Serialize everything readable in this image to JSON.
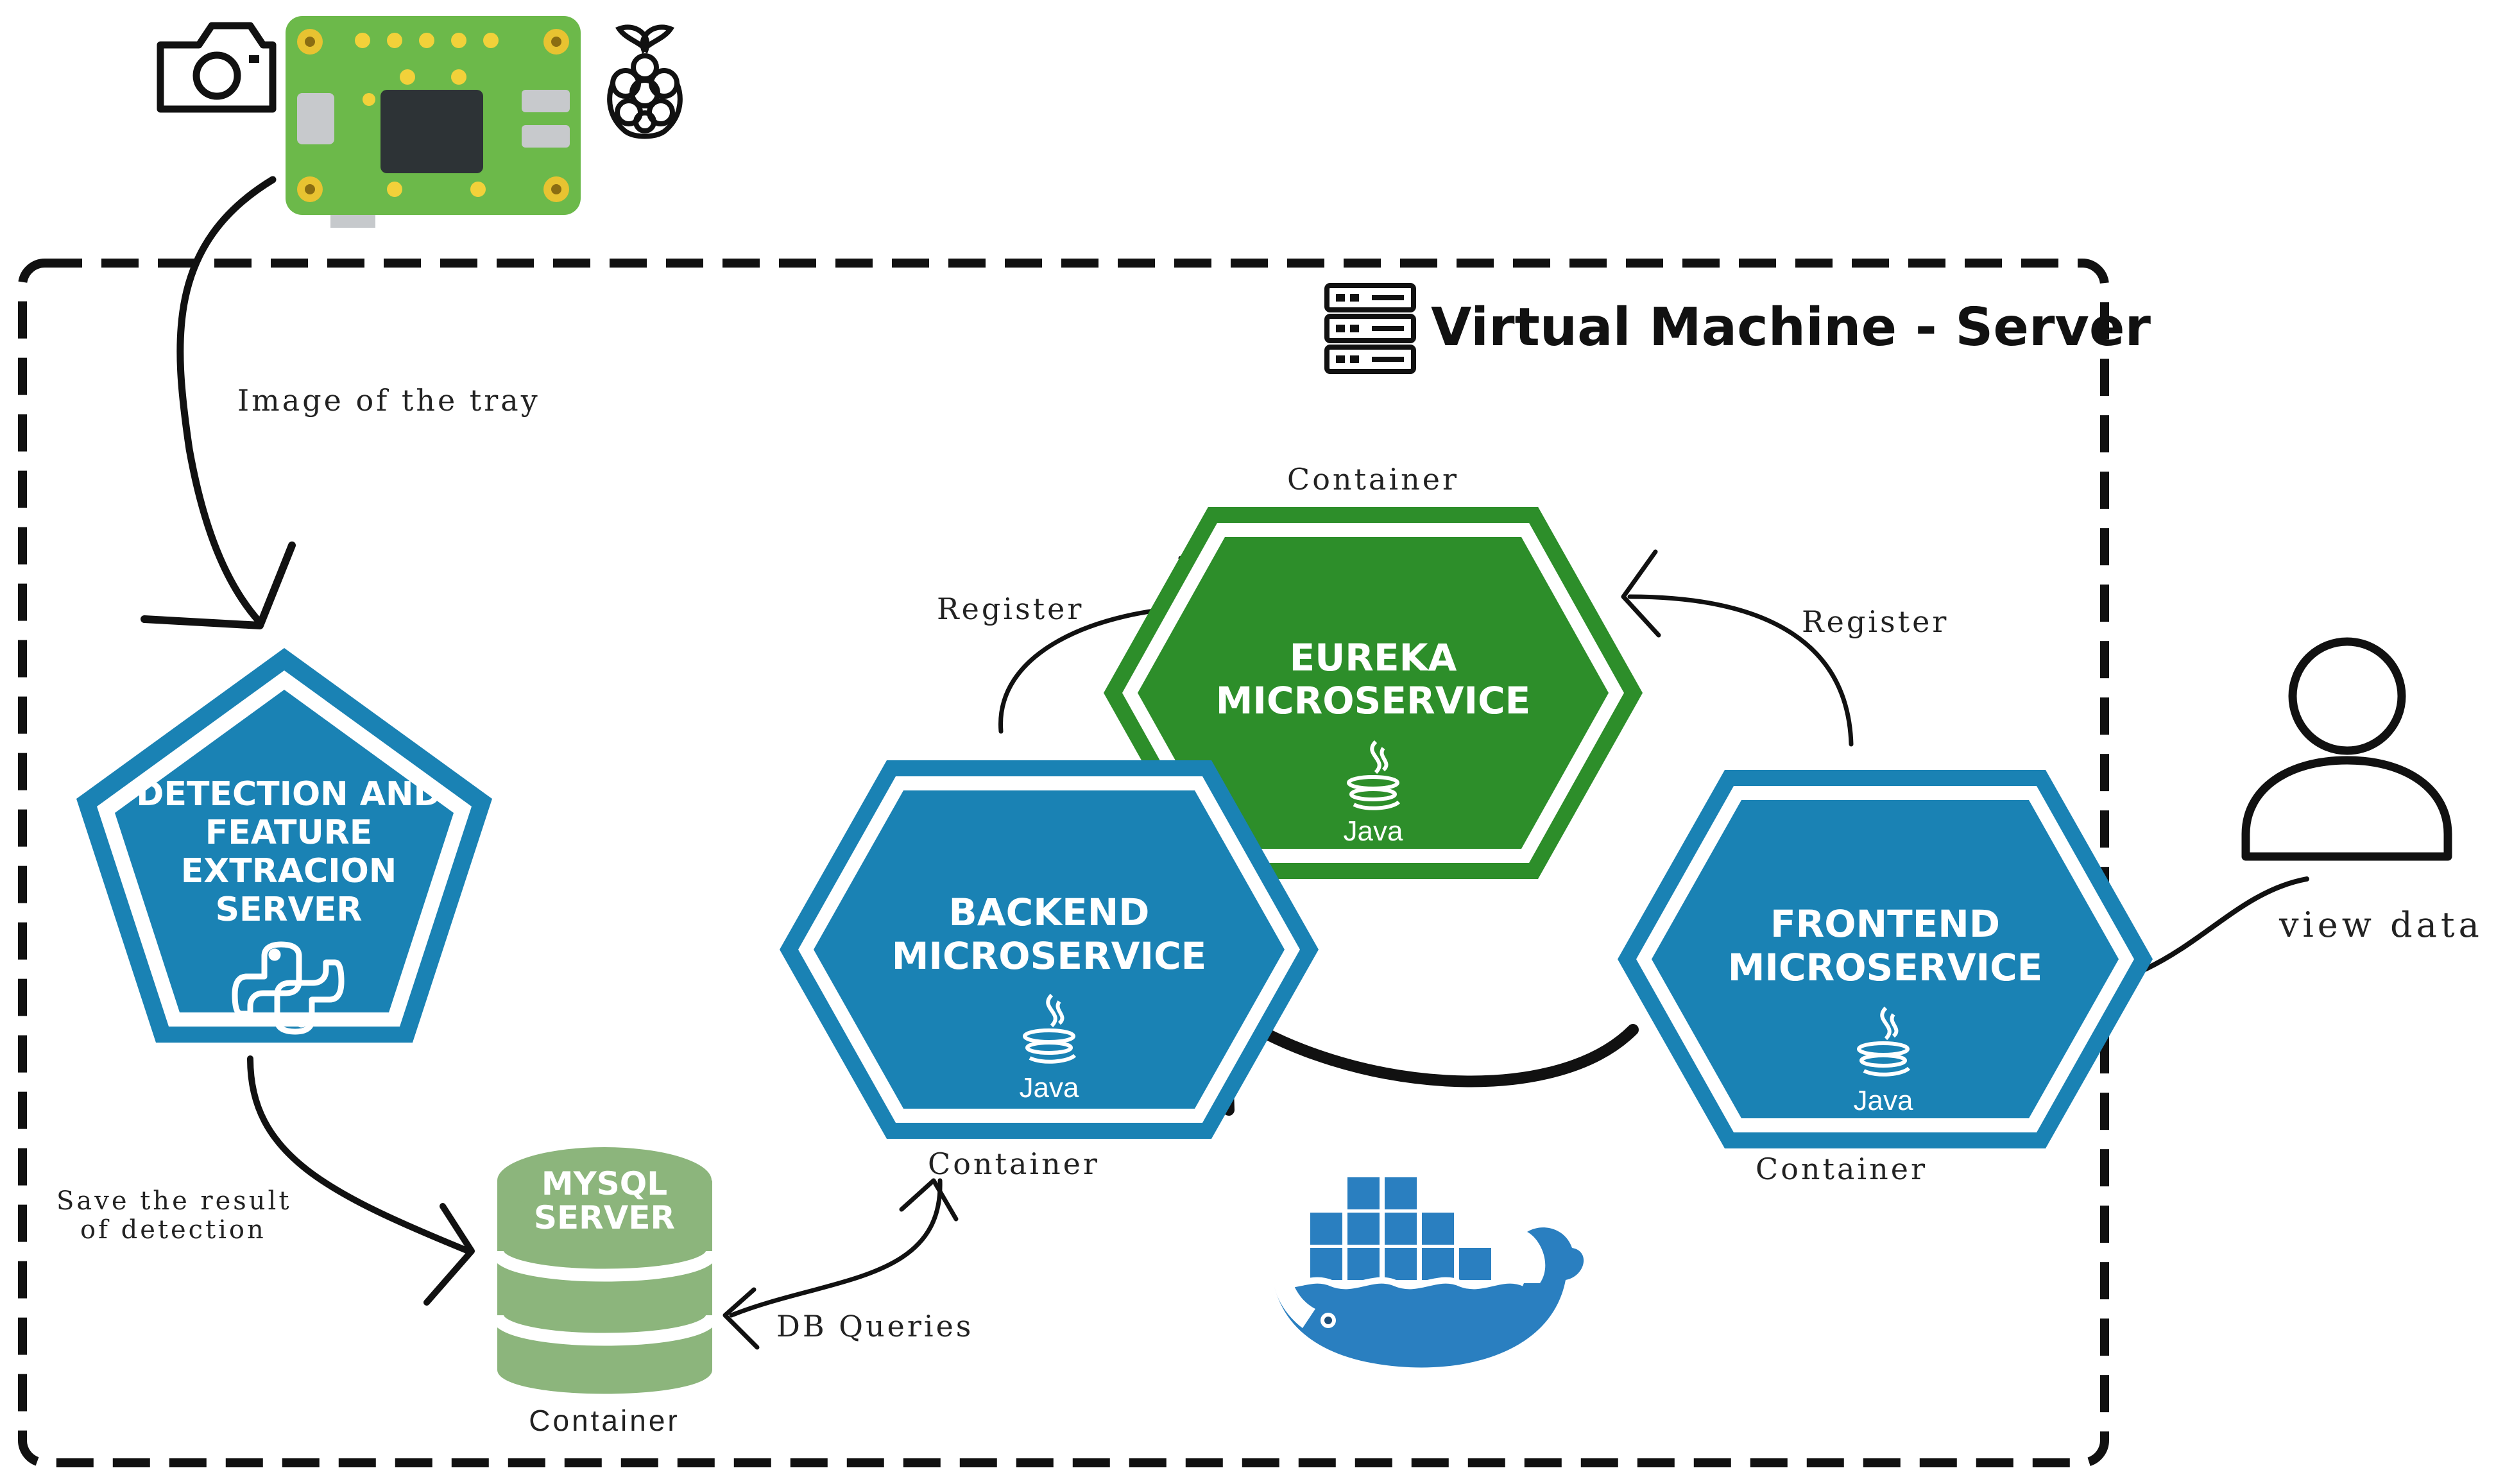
{
  "vm": {
    "title": "Virtual Machine - Server"
  },
  "edges": {
    "image_of_tray": "Image of the tray",
    "register_left": "Register",
    "register_right": "Register",
    "save_result_line1": "Save the result",
    "save_result_line2": "of detection",
    "db_queries": "DB Queries",
    "view_data": "view data"
  },
  "nodes": {
    "detection": {
      "lines": [
        "DETECTION AND",
        "FEATURE",
        "EXTRACION",
        "SERVER"
      ],
      "icon": "python-icon"
    },
    "eureka": {
      "lines": [
        "EUREKA",
        "MICROSERVICE"
      ],
      "icon": "java-icon",
      "icon_text": "Java",
      "container_label": "Container"
    },
    "backend": {
      "lines": [
        "BACKEND",
        "MICROSERVICE"
      ],
      "icon": "java-icon",
      "icon_text": "Java",
      "container_label": "Container"
    },
    "frontend": {
      "lines": [
        "FRONTEND",
        "MICROSERVICE"
      ],
      "icon": "java-icon",
      "icon_text": "Java",
      "container_label": "Container"
    },
    "mysql": {
      "lines": [
        "MYSQL",
        "SERVER"
      ],
      "container_label": "Container"
    }
  },
  "icons": [
    "camera-icon",
    "raspberry-pi-board-icon",
    "raspberry-pi-logo-icon",
    "server-rack-icon",
    "user-icon",
    "docker-whale-icon"
  ],
  "colors": {
    "microservice_blue": "#1a82b4",
    "eureka_green": "#2d8e2a",
    "mysql_green": "#8cb57c",
    "board_green": "#6cb94a",
    "docker_blue": "#2a7fc0",
    "line": "#111111"
  }
}
